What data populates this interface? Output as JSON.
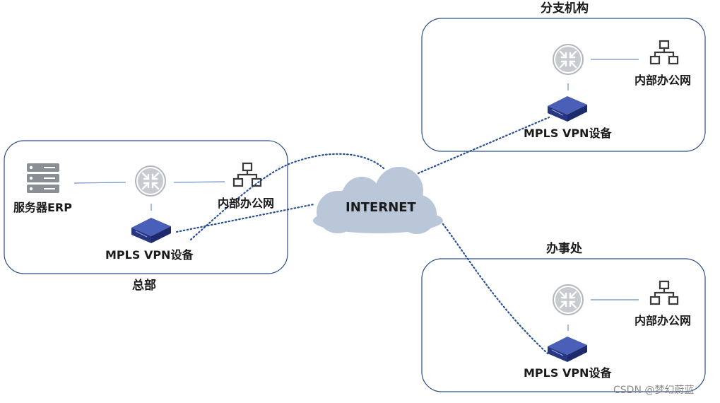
{
  "sites": {
    "hq": {
      "title": "总部",
      "server_label": "服务器ERP",
      "lan_label": "内部办公网",
      "device_label": "MPLS VPN设备"
    },
    "branch": {
      "title": "分支机构",
      "lan_label": "内部办公网",
      "device_label": "MPLS VPN设备"
    },
    "office": {
      "title": "办事处",
      "lan_label": "内部办公网",
      "device_label": "MPLS VPN设备"
    }
  },
  "internet": {
    "label": "INTERNET"
  },
  "watermark": "CSDN @梦幻蔚蓝",
  "colors": {
    "box_border": "#2f4f86",
    "dotted_link": "#2a4f9a",
    "solid_link": "#6f8fc7",
    "cloud": "#b9c7d8",
    "router": "#aeb3b9",
    "device": "#2c3b8c"
  }
}
